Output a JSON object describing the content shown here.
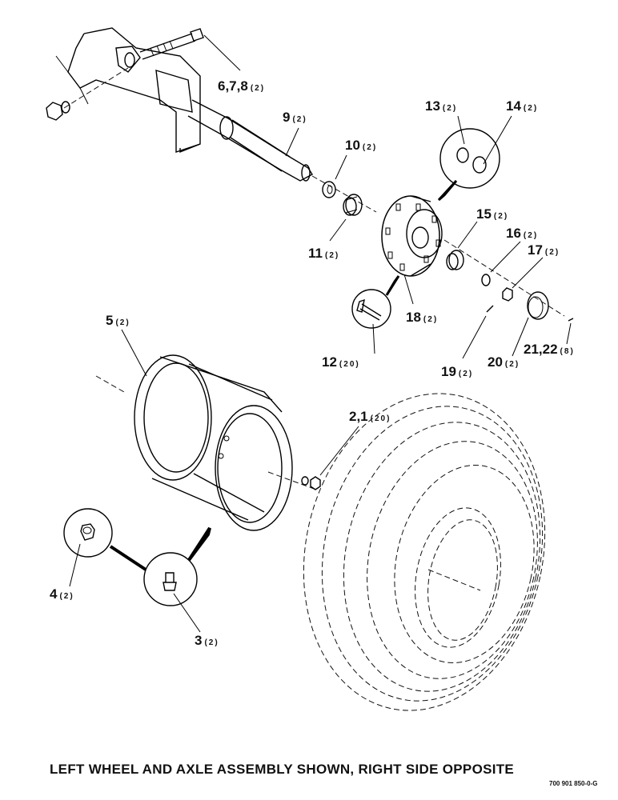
{
  "callouts": [
    {
      "num": "6,7,8",
      "qty": "(2)"
    },
    {
      "num": "9",
      "qty": "(2)"
    },
    {
      "num": "10",
      "qty": "(2)"
    },
    {
      "num": "11",
      "qty": "(2)"
    },
    {
      "num": "13",
      "qty": "(2)"
    },
    {
      "num": "14",
      "qty": "(2)"
    },
    {
      "num": "15",
      "qty": "(2)"
    },
    {
      "num": "16",
      "qty": "(2)"
    },
    {
      "num": "17",
      "qty": "(2)"
    },
    {
      "num": "18",
      "qty": "(2)"
    },
    {
      "num": "12",
      "qty": "(20)"
    },
    {
      "num": "19",
      "qty": "(2)"
    },
    {
      "num": "20",
      "qty": "(2)"
    },
    {
      "num": "21,22",
      "qty": "(8)"
    },
    {
      "num": "5",
      "qty": "(2)"
    },
    {
      "num": "2,1",
      "qty": "(20)"
    },
    {
      "num": "4",
      "qty": "(2)"
    },
    {
      "num": "3",
      "qty": "(2)"
    }
  ],
  "caption": "LEFT WHEEL AND AXLE ASSEMBLY SHOWN, RIGHT SIDE OPPOSITE",
  "drawing_number": "700 901 850-0-G"
}
